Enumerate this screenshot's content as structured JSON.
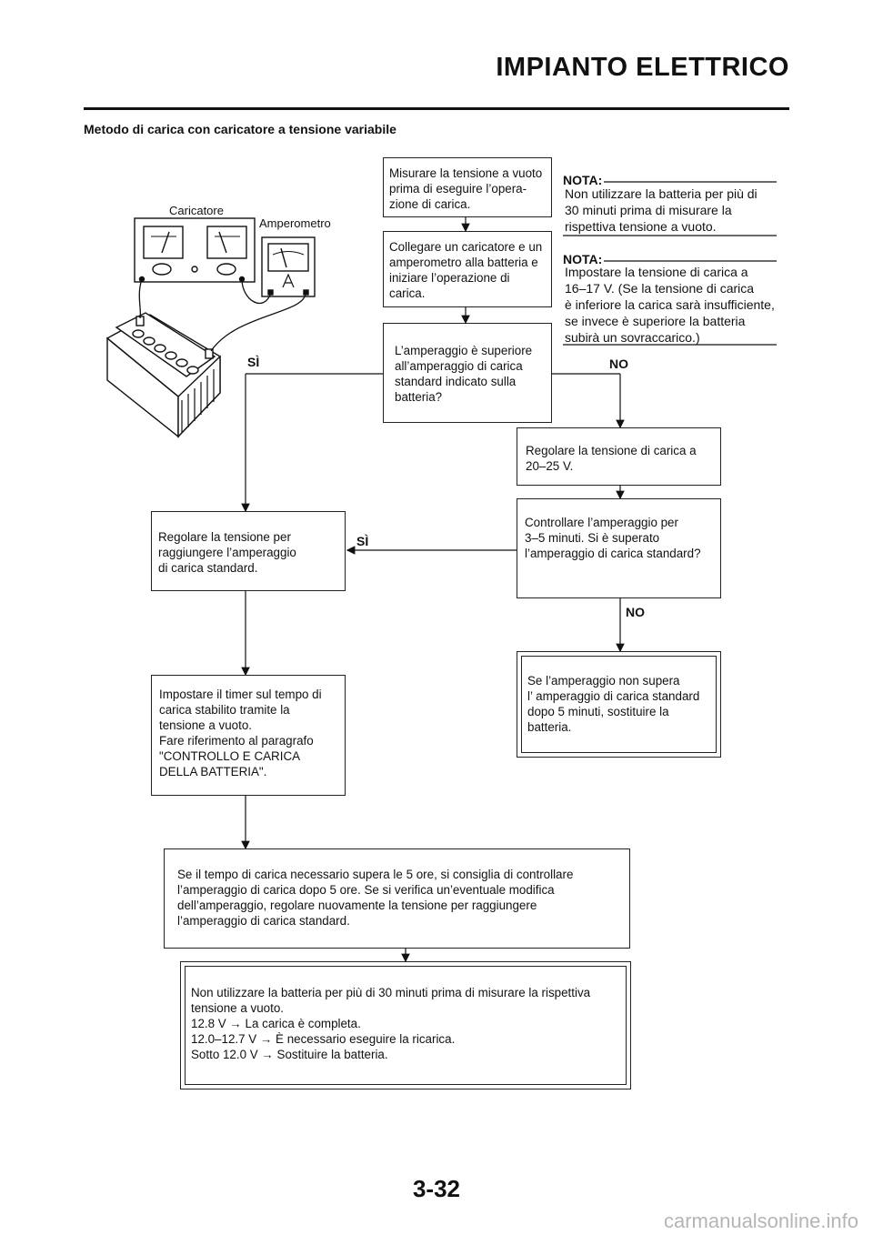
{
  "header": {
    "title": "IMPIANTO ELETTRICO",
    "subtitle": "Metodo di carica con caricatore a tensione variabile"
  },
  "illustration": {
    "charger_label": "Caricatore",
    "ammeter_label": "Amperometro"
  },
  "flow": {
    "step_measure": "Misurare la tensione a vuoto\nprima di eseguire l’opera-\nzione di carica.",
    "step_connect": "Collegare un caricatore e un\namperometro alla batteria e\niniziare l’operazione di\ncarica.",
    "decision_current": "L’amperaggio è superiore\nall’amperaggio di carica\nstandard indicato sulla\nbatteria?",
    "step_set_20_25": "Regolare la tensione di carica a\n20–25 V.",
    "decision_3_5min": "Controllare l’amperaggio per\n3–5 minuti. Si è superato\nl’amperaggio di carica standard?",
    "step_adjust_voltage": "Regolare la tensione per\nraggiungere l’amperaggio\ndi carica standard.",
    "step_replace": "Se l’amperaggio non supera\nl’ amperaggio di carica standard\ndopo 5 minuti, sostituire la\nbatteria.",
    "step_timer": "Impostare il timer sul tempo di\ncarica stabilito tramite la\ntensione a vuoto.\nFare riferimento al paragrafo\n\"CONTROLLO E CARICA\nDELLA BATTERIA\".",
    "step_over_5h": "Se il tempo di carica necessario supera le 5 ore, si consiglia di controllare\nl’amperaggio di carica dopo 5 ore. Se si verifica un’eventuale modifica\ndell’amperaggio, regolare nuovamente la tensione per raggiungere\nl’amperaggio di carica standard.",
    "final_note": "Non utilizzare la batteria per più di 30 minuti prima di misurare la rispettiva\ntensione a vuoto.\n12.8 V → La carica è completa.\n12.0–12.7 V → È necessario eseguire la ricarica.\nSotto 12.0 V → Sostituire la batteria.",
    "label_yes_1": "SÌ",
    "label_no_1": "NO",
    "label_yes_2": "SÌ",
    "label_no_2": "NO"
  },
  "notes": [
    {
      "head": "NOTA:",
      "body": "Non utilizzare la batteria per più di\n30 minuti prima di misurare la\nrispettiva tensione a vuoto."
    },
    {
      "head": "NOTA:",
      "body": "Impostare la tensione di carica a\n16–17 V. (Se la tensione di carica\nè inferiore la carica sarà insufficiente,\nse invece è superiore la batteria\nsubirà  un sovraccarico.)"
    }
  ],
  "footer": {
    "page_number": "3-32",
    "watermark": "carmanualsonline.info"
  }
}
